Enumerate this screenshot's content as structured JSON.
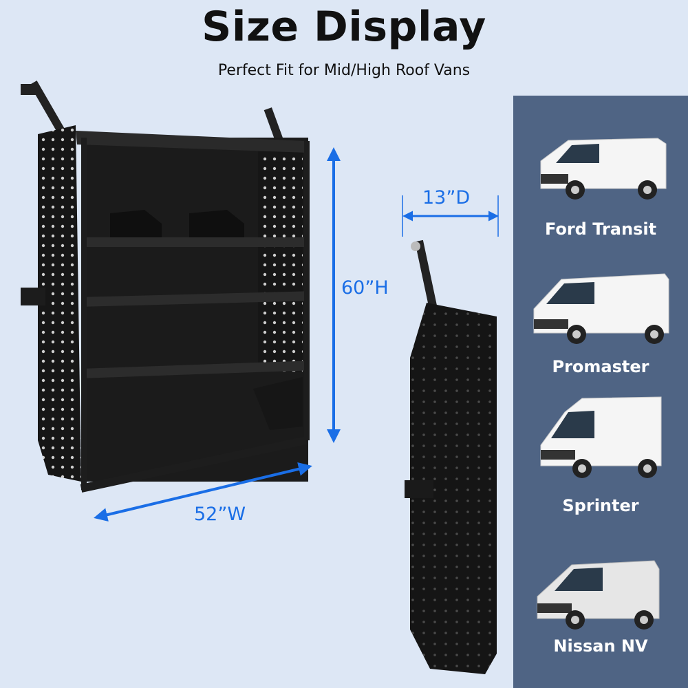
{
  "header": {
    "title": "Size Display",
    "subtitle": "Perfect Fit for Mid/High Roof Vans"
  },
  "dimensions": {
    "height": "60”H",
    "width": "52”W",
    "depth": "13”D"
  },
  "colors": {
    "background": "#dde7f5",
    "accent": "#1a6ee6",
    "panel": "#4f6484",
    "shelf": "#161616"
  },
  "vans": [
    {
      "label": "Ford Transit",
      "icon": "van-icon"
    },
    {
      "label": "Promaster",
      "icon": "van-icon"
    },
    {
      "label": "Sprinter",
      "icon": "van-icon"
    },
    {
      "label": "Nissan NV",
      "icon": "van-icon"
    }
  ]
}
